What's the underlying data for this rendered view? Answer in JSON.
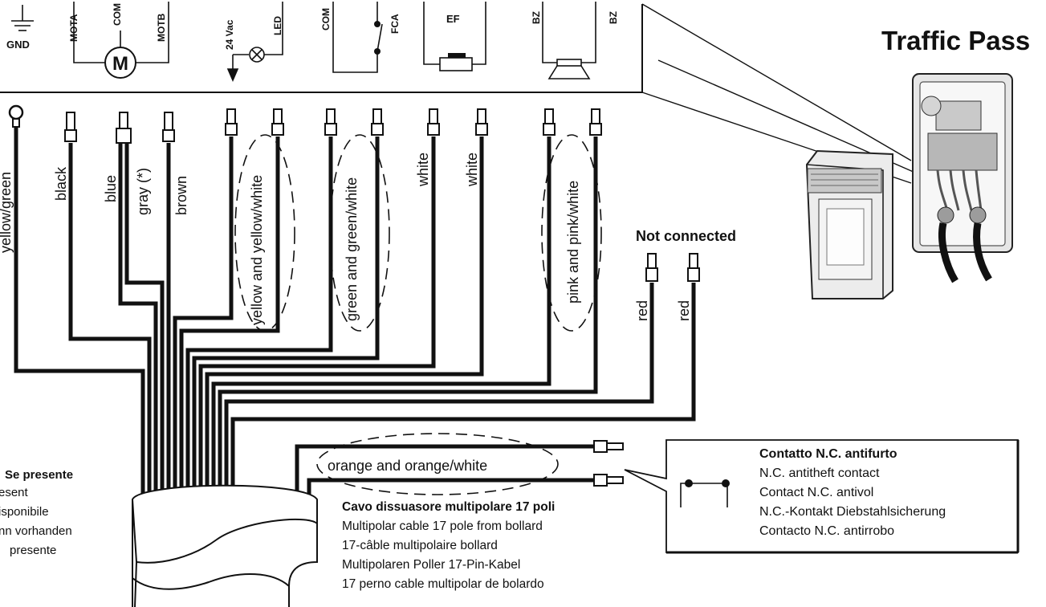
{
  "title": "Traffic Pass",
  "terminals": {
    "gnd": "GND",
    "mota": "MOTA",
    "com": "COM",
    "motb": "MOTB",
    "motor": "M",
    "vac": "24 Vac",
    "led": "LED",
    "com2": "COM",
    "fca": "FCA",
    "ef": "EF",
    "bz1": "BZ",
    "bz2": "BZ"
  },
  "wires": {
    "yellow_green": "yellow/green",
    "black": "black",
    "blue": "blue",
    "gray": "gray (*)",
    "brown": "brown",
    "yellow_pair": "yellow and yellow/white",
    "green_pair": "green and green/white",
    "white1": "white",
    "white2": "white",
    "pink_pair": "pink and pink/white",
    "red1": "red",
    "red2": "red",
    "orange_pair": "orange and orange/white"
  },
  "not_connected": "Not connected",
  "note_left": [
    "Se presente",
    "esent",
    "isponibile",
    "nn vorhanden",
    "presente"
  ],
  "cable": {
    "title": "Cavo dissuasore multipolare 17 poli",
    "lines": [
      "Multipolar cable 17 pole from bollard",
      "17-câble multipolaire bollard",
      "Multipolaren Poller 17-Pin-Kabel",
      "17 perno cable multipolar de bolardo"
    ]
  },
  "contact": {
    "title": "Contatto N.C. antifurto",
    "lines": [
      "N.C. antitheft contact",
      "Contact N.C. antivol",
      "N.C.-Kontakt Diebstahlsicherung",
      "Contacto N.C. antirrobo"
    ]
  }
}
